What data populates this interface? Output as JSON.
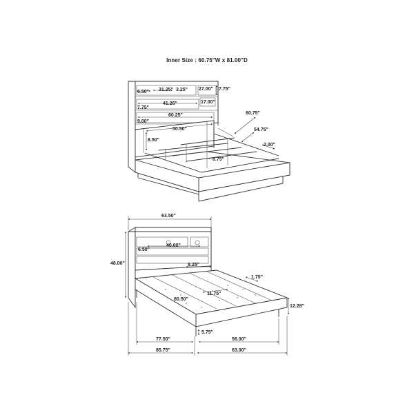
{
  "header": {
    "inner_size": "Inner Size : 60.75\"W x 81.00\"D"
  },
  "top_view": {
    "d_6_50": "6.50\"",
    "d_31_25": "31.25\"",
    "d_3_25": "3.25\"",
    "d_27_00": "27.00\"",
    "d_7_75_right": "7.75\"",
    "d_17_00": "17.00\"",
    "d_41_26": "41.26\"",
    "d_7_75_left": "7.75\"",
    "d_60_25": "60.25\"",
    "d_9_00": "9.00\"",
    "d_50_50": "50.50\"",
    "d_8_50": "8.50\"",
    "d_60_75": "60.75\"",
    "d_54_75": "54.75\"",
    "d_2_00": "2.00\"",
    "d_8_75": "8.75\""
  },
  "bottom_view": {
    "d_63_50": "63.50\"",
    "d_48_00": "48.00\"",
    "d_6_50": "6.50\"",
    "d_40_00": "40.00\"",
    "d_8_25": "8.25\"",
    "d_1_75": "1.75\"",
    "d_11_75": "11.75\"",
    "d_80_50": "80.50\"",
    "d_12_28": "12.28\"",
    "d_5_75": "5.75\"",
    "d_77_50": "77.50\"",
    "d_56_00": "56.00\"",
    "d_85_75": "85.75\"",
    "d_63_00": "63.00\""
  }
}
